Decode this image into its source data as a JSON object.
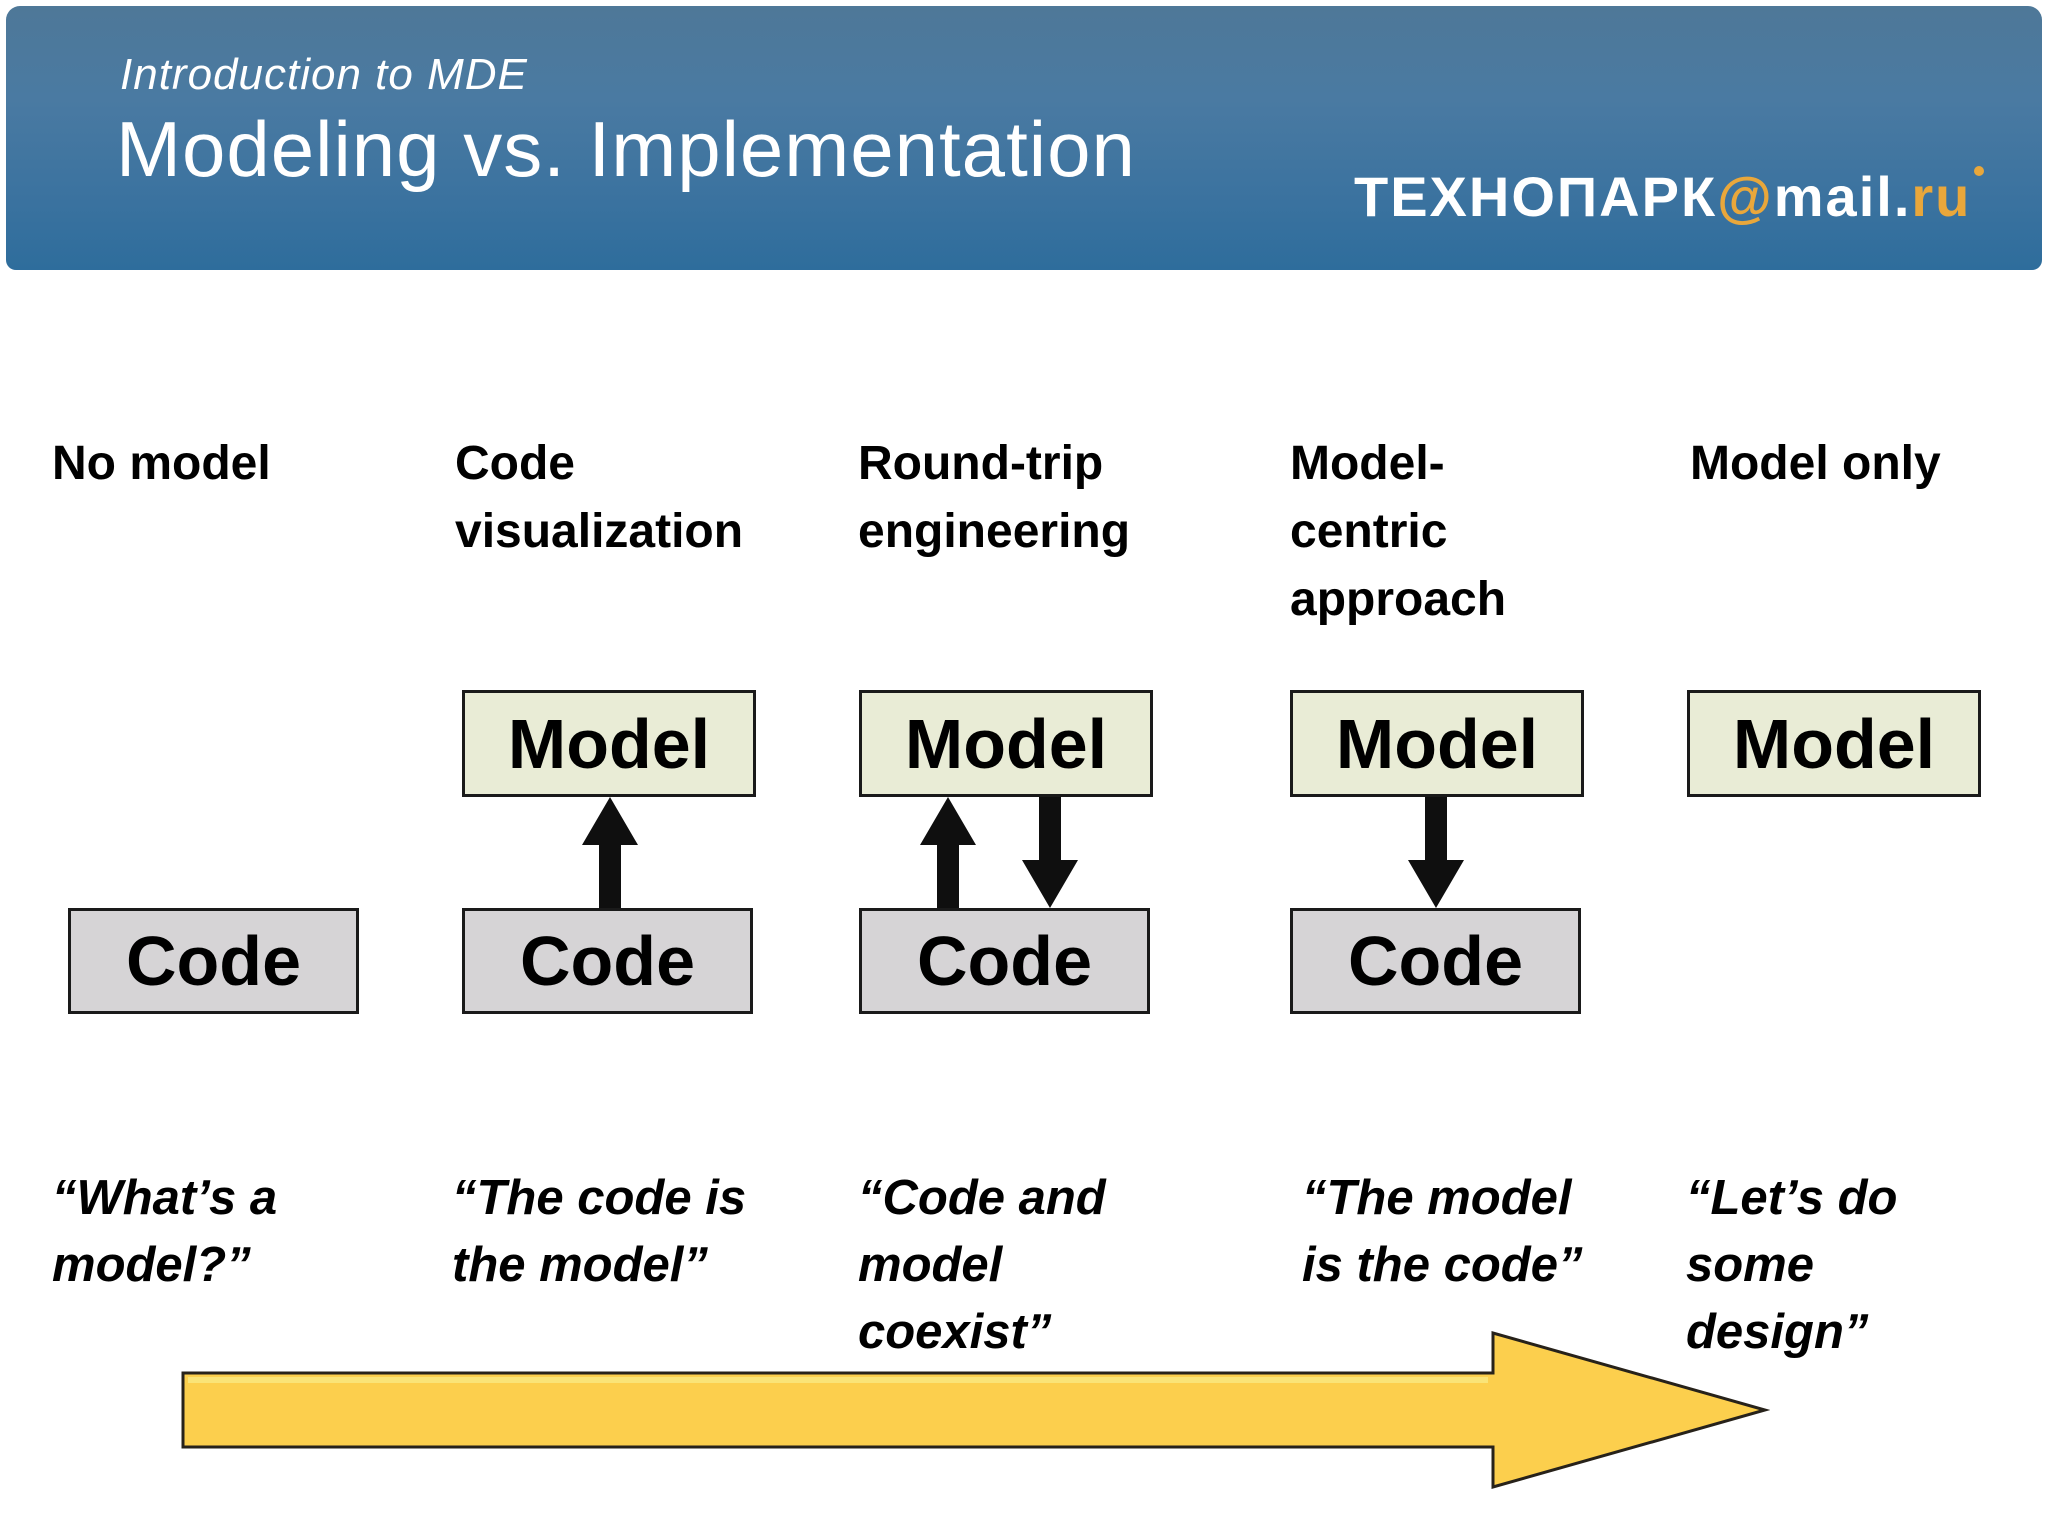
{
  "header": {
    "pretitle": "Introduction to MDE",
    "title": "Modeling vs. Implementation",
    "logo": {
      "brand": "ТЕХНОПАРК",
      "at": "@",
      "name": "mail",
      "dot": ".",
      "tld": "ru"
    }
  },
  "labels": {
    "model": "Model",
    "code": "Code"
  },
  "columns": [
    {
      "name": "no-model",
      "header_lines": [
        "No model"
      ],
      "quote_lines": [
        "“What’s a",
        "model?”"
      ],
      "boxes": [
        "code"
      ],
      "arrows": []
    },
    {
      "name": "code-visualization",
      "header_lines": [
        "Code",
        "visualization"
      ],
      "quote_lines": [
        "“The code is",
        "the model”"
      ],
      "boxes": [
        "model",
        "code"
      ],
      "arrows": [
        "up"
      ]
    },
    {
      "name": "round-trip-engineering",
      "header_lines": [
        "Round-trip",
        "engineering"
      ],
      "quote_lines": [
        "“Code and",
        "model",
        "coexist”"
      ],
      "boxes": [
        "model",
        "code"
      ],
      "arrows": [
        "up",
        "down"
      ]
    },
    {
      "name": "model-centric-approach",
      "header_lines": [
        "Model-",
        "centric",
        "approach"
      ],
      "quote_lines": [
        "“The model",
        "is the code”"
      ],
      "boxes": [
        "model",
        "code"
      ],
      "arrows": [
        "down"
      ]
    },
    {
      "name": "model-only",
      "header_lines": [
        "Model only"
      ],
      "quote_lines": [
        "“Let’s do",
        "some",
        "design”"
      ],
      "boxes": [
        "model"
      ],
      "arrows": []
    }
  ],
  "colors": {
    "header-top": "#4e7898",
    "header-bottom": "#2e6d9c",
    "title-color": "#ffffff",
    "logo-accent": "#e9a73b",
    "model-box": "#e9ecd6",
    "code-box": "#d6d4d6",
    "box-border": "#1a1a1a",
    "arrow-black": "#0f0f0f",
    "big-arrow-fill": "#fccf4d",
    "big-arrow-stroke": "#27221a",
    "text-color": "#000000"
  }
}
